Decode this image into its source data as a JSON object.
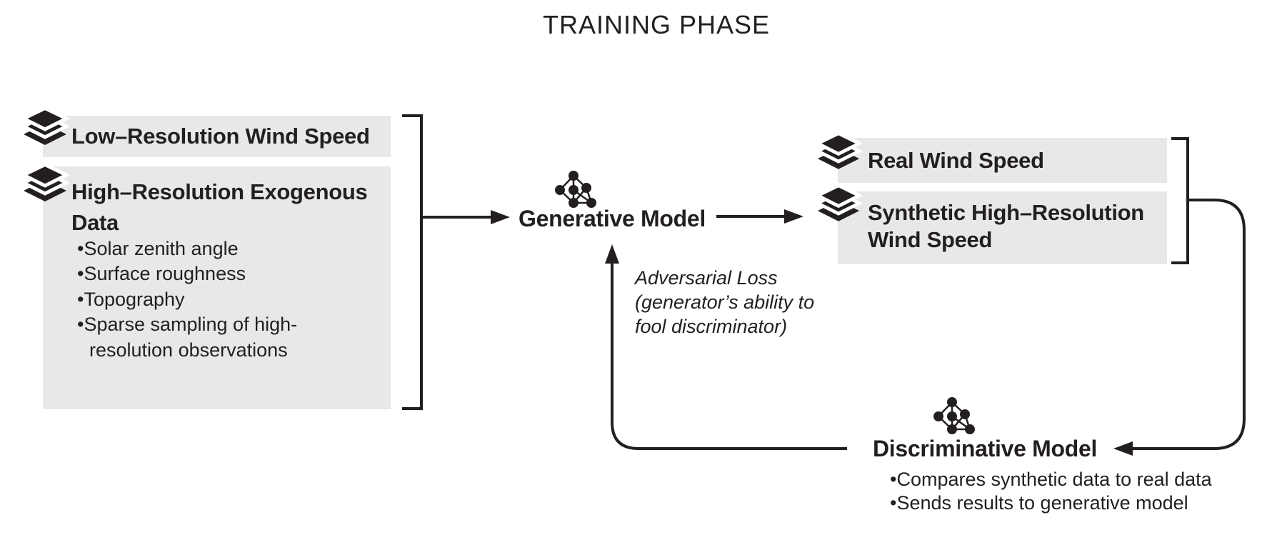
{
  "title": "TRAINING PHASE",
  "colors": {
    "ink": "#231f20",
    "box_bg": "#e8e8e9",
    "background": "#ffffff"
  },
  "inputs": {
    "low_res": {
      "label": "Low–Resolution Wind Speed",
      "icon": "layers-icon"
    },
    "exogenous": {
      "title_line1": "High–Resolution Exogenous",
      "title_line2": "Data",
      "icon": "layers-icon",
      "bullet_lines": [
        "•Solar zenith angle",
        "•Surface roughness",
        "•Topography",
        "•Sparse sampling of high-",
        "resolution observations"
      ]
    }
  },
  "generator": {
    "label": "Generative Model",
    "icon": "neural-network-icon"
  },
  "outputs": {
    "real": {
      "label": "Real Wind Speed",
      "icon": "layers-icon"
    },
    "synthetic": {
      "label_line1": "Synthetic High–Resolution",
      "label_line2": "Wind Speed",
      "icon": "layers-icon"
    }
  },
  "feedback": {
    "label_lines": [
      "Adversarial Loss",
      "(generator’s ability to",
      "fool discriminator)"
    ]
  },
  "discriminator": {
    "label": "Discriminative Model",
    "icon": "neural-network-icon",
    "bullet_lines": [
      "•Compares synthetic data to real data",
      "•Sends results to generative model"
    ]
  }
}
